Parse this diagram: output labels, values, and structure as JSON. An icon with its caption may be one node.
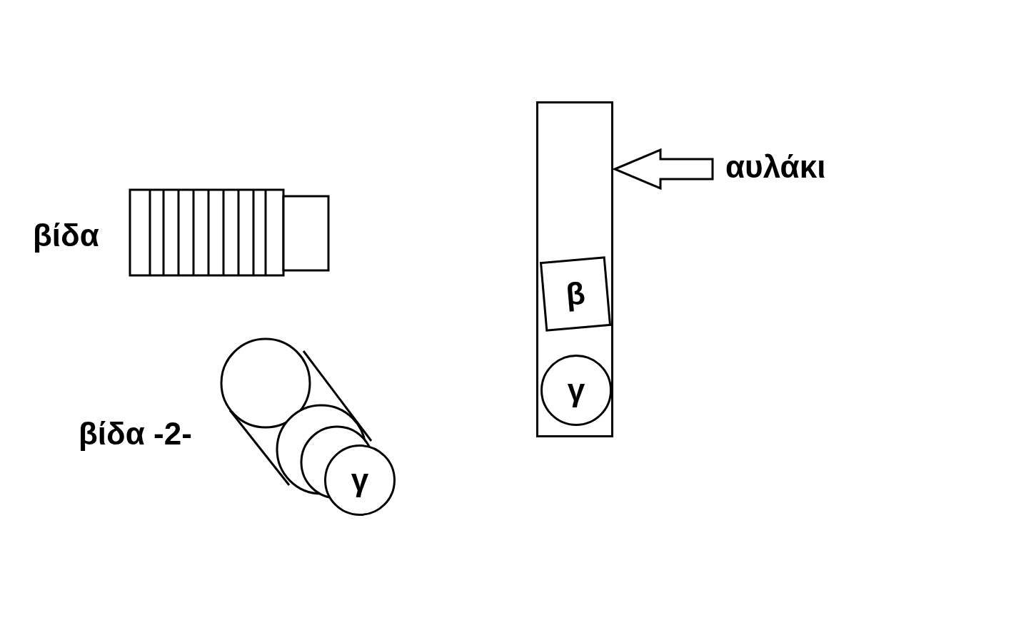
{
  "diagram": {
    "nodes": [
      {
        "text": [],
        "shape": "box"
      },
      {
        "text": [
          "αυλάκι"
        ]
      },
      {
        "text": [
          "β"
        ],
        "in": 0
      },
      {
        "text": [
          "γ"
        ],
        "in": 0
      },
      {
        "text": [
          "γ"
        ]
      }
    ],
    "edges": [
      {
        "from": 1,
        "to": 0,
        "arrow": "to"
      }
    ],
    "labels": [
      "βίδα",
      "βίδα -2-"
    ]
  }
}
